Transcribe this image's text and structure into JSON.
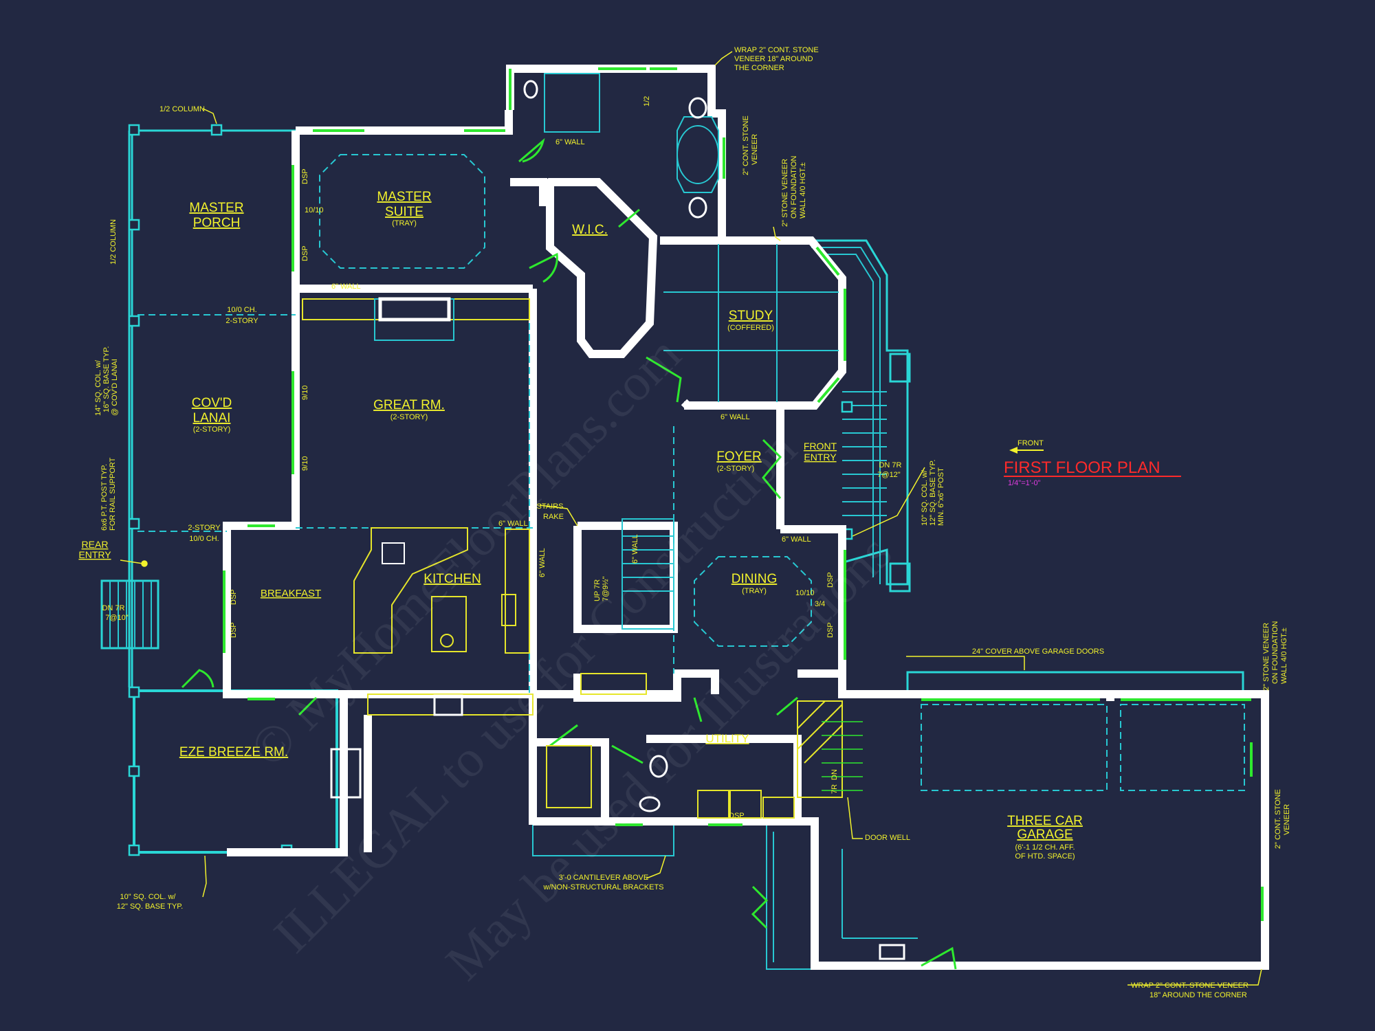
{
  "rooms": {
    "master_porch": [
      "MASTER",
      "PORCH"
    ],
    "master_suite": [
      "MASTER",
      "SUITE",
      "(TRAY)"
    ],
    "wic": "W.I.C.",
    "study": [
      "STUDY",
      "(COFFERED)"
    ],
    "great_rm": [
      "GREAT RM.",
      "(2-STORY)"
    ],
    "covd_lanai": [
      "COV'D",
      "LANAI",
      "(2-STORY)"
    ],
    "foyer": [
      "FOYER",
      "(2-STORY)"
    ],
    "front_entry": [
      "FRONT",
      "ENTRY"
    ],
    "breakfast": "BREAKFAST",
    "kitchen": "KITCHEN",
    "dining": [
      "DINING",
      "(TRAY)"
    ],
    "utility": "UTILITY",
    "eze_breeze": "EZE BREEZE RM.",
    "garage": [
      "THREE CAR",
      "GARAGE",
      "(6'-1 1/2 CH. AFF.",
      "OF HTD. SPACE)"
    ],
    "rear_entry": [
      "REAR",
      "ENTRY"
    ]
  },
  "notes": {
    "half_column_top": "1/2 COLUMN",
    "half_column_side": "1/2 COLUMN",
    "wrap_stone_top": [
      "WRAP 2\" CONT. STONE",
      "VENEER 18\" AROUND",
      "THE CORNER"
    ],
    "cont_stone": [
      "2\" CONT. STONE",
      "VENEER"
    ],
    "stone_foundation_top": [
      "2\" STONE VENEER",
      "ON FOUNDATION",
      "WALL 4/0 HGT.±"
    ],
    "six_wall_bath": "6\" WALL",
    "six_wall_suite": "6\" WALL",
    "six_wall_study": "6\" WALL",
    "six_wall_kitchen": "6\" WALL",
    "six_wall_stair": "6\" WALL",
    "six_wall_vert": "6\" WALL",
    "six_wall_stair_vert": "6\" WALL",
    "ch_1010_top": [
      "10/0 CH.",
      "2-STORY"
    ],
    "ch_1010_bottom": [
      "2-STORY",
      "10/0 CH."
    ],
    "col_14": [
      "14\" SQ. COL. w/",
      "16\" SQ. BASE TYP.",
      "@ COV'D LANAI"
    ],
    "post_6x6": [
      "6x6 P.T. POST TYP.",
      "FOR RAIL SUPPORT"
    ],
    "stairs_rake": [
      "STAIRS",
      "RAKE"
    ],
    "dn_rear": [
      "DN 7R",
      "7@10\""
    ],
    "dn_front": [
      "DN 7R",
      "7@12\""
    ],
    "col_10_front": [
      "10\" SQ. COL. w/",
      "12\" SQ. BASE TYP.",
      "MIN. 6\"x6\" POST"
    ],
    "front_arrow": "FRONT",
    "cover_garage": "24\" COVER ABOVE GARAGE DOORS",
    "stone_foundation_right": [
      "2\" STONE VENEER",
      "ON FOUNDATION",
      "WALL 4/0 HGT.±"
    ],
    "cont_stone_right": [
      "2\" CONT. STONE",
      "VENEER"
    ],
    "door_well": "DOOR WELL",
    "cantilever": [
      "3'-0 CANTILEVER ABOVE",
      "w/NON-STRUCTURAL BRACKETS"
    ],
    "col_10_bottom": [
      "10\" SQ. COL. w/",
      "12\" SQ. BASE TYP."
    ],
    "wrap_stone_bottom": [
      "WRAP 2\" CONT. STONE VENEER",
      "18\" AROUND THE CORNER"
    ],
    "dsp": "DSP",
    "d1010": "10/10",
    "d910": "9/10",
    "d34": "3/4",
    "d910b": "9/10",
    "d12": "1/2",
    "up_stair": [
      "UP 7R",
      "7@9½\""
    ],
    "dn_well": [
      "DN",
      "7R"
    ]
  },
  "title": {
    "name": "FIRST FLOOR PLAN",
    "scale": "1/4\"=1'-0\""
  },
  "watermark": {
    "line1": "© MyHomeFloorPlans.com",
    "line2": "ILLEGAL to use for Construction",
    "line3": "May be used for Illustrations"
  },
  "colors": {
    "background": "#222842",
    "wall": "#ffffff",
    "text": "#f2f22c",
    "title": "#ff2a2a",
    "scale": "#e23ce2",
    "exterior": "#2ad6d6",
    "window": "#2ee82e"
  }
}
